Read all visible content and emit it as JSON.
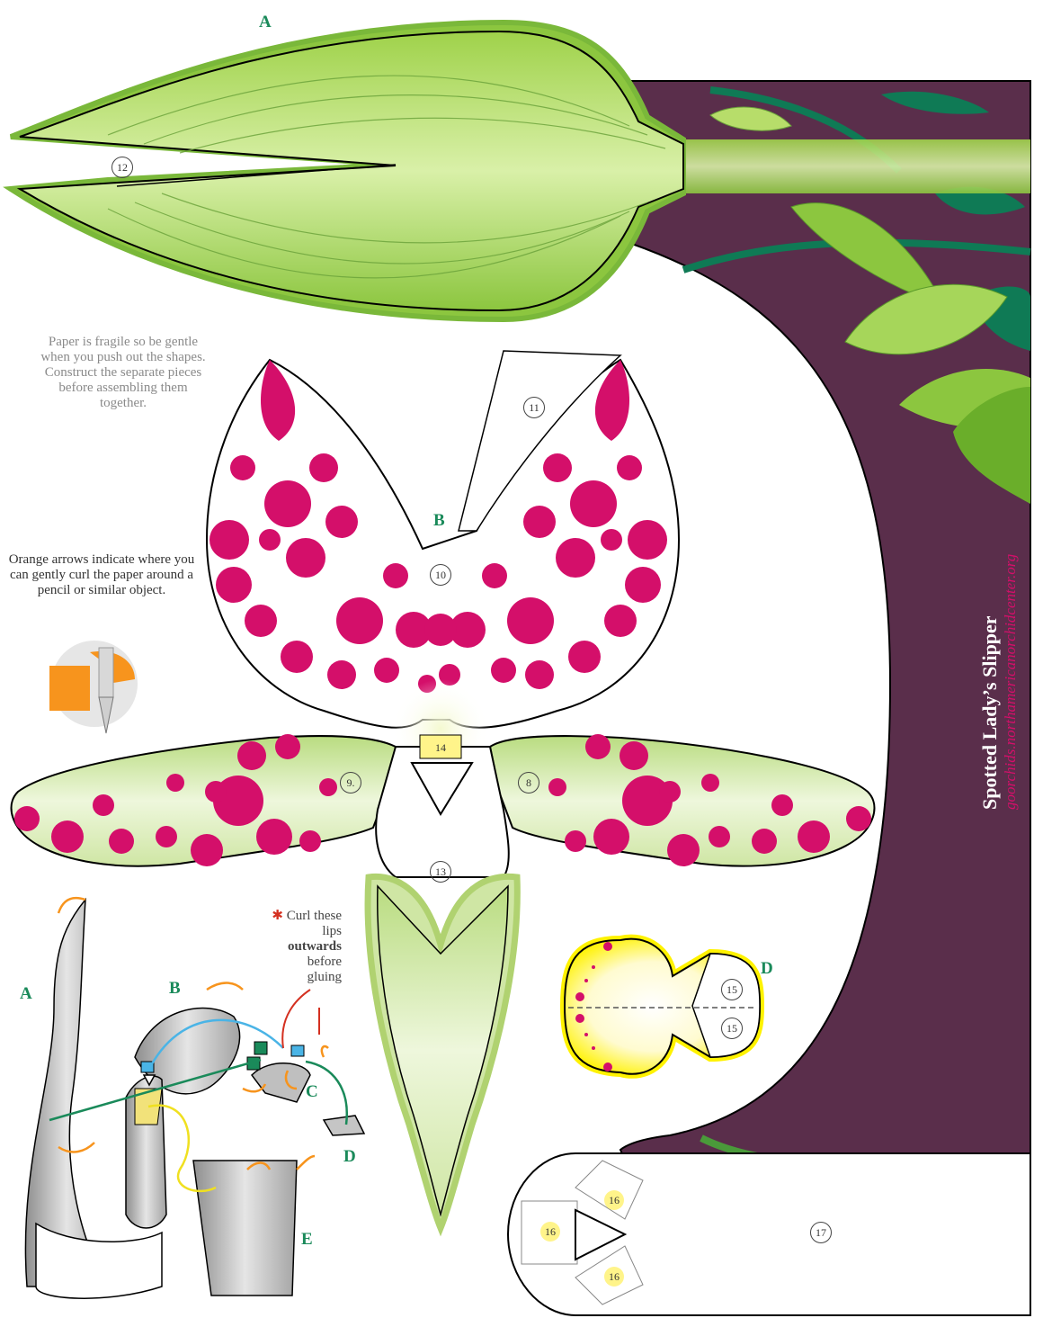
{
  "labels": {
    "piece_a_top": "A",
    "piece_b": "B",
    "piece_d": "D",
    "assembly_a": "A",
    "assembly_b": "B",
    "assembly_c": "C",
    "assembly_d": "D",
    "assembly_e": "E"
  },
  "numbers": {
    "n8": "8",
    "n9": "9.",
    "n10": "10",
    "n11": "11",
    "n12": "12",
    "n13": "13",
    "n14": "14",
    "n15a": "15",
    "n15b": "15",
    "n16a": "16",
    "n16b": "16",
    "n16c": "16",
    "n17": "17"
  },
  "instructions": {
    "fragile": "Paper is fragile so be gentle when you push out the shapes. Construct the separate pieces before assembling them together.",
    "orange_arrows": "Orange arrows indicate where you can gently curl the paper around a pencil or similar object.",
    "curl_star": "✱",
    "curl_part1": "Curl these lips",
    "curl_bold": "outwards",
    "curl_part2": "before gluing"
  },
  "title": {
    "main": "Spotted Lady’s Slipper",
    "url": "goorchids.northamericanorchidcenter.org"
  },
  "colors": {
    "purple": "#5a2e4b",
    "leaf_green": "#8cc63f",
    "dark_green": "#1a8a5a",
    "magenta": "#d40f6a",
    "yellow": "#fff200",
    "orange": "#f7941d"
  },
  "icons": {
    "pencil_curl": "pencil-curl-icon"
  }
}
